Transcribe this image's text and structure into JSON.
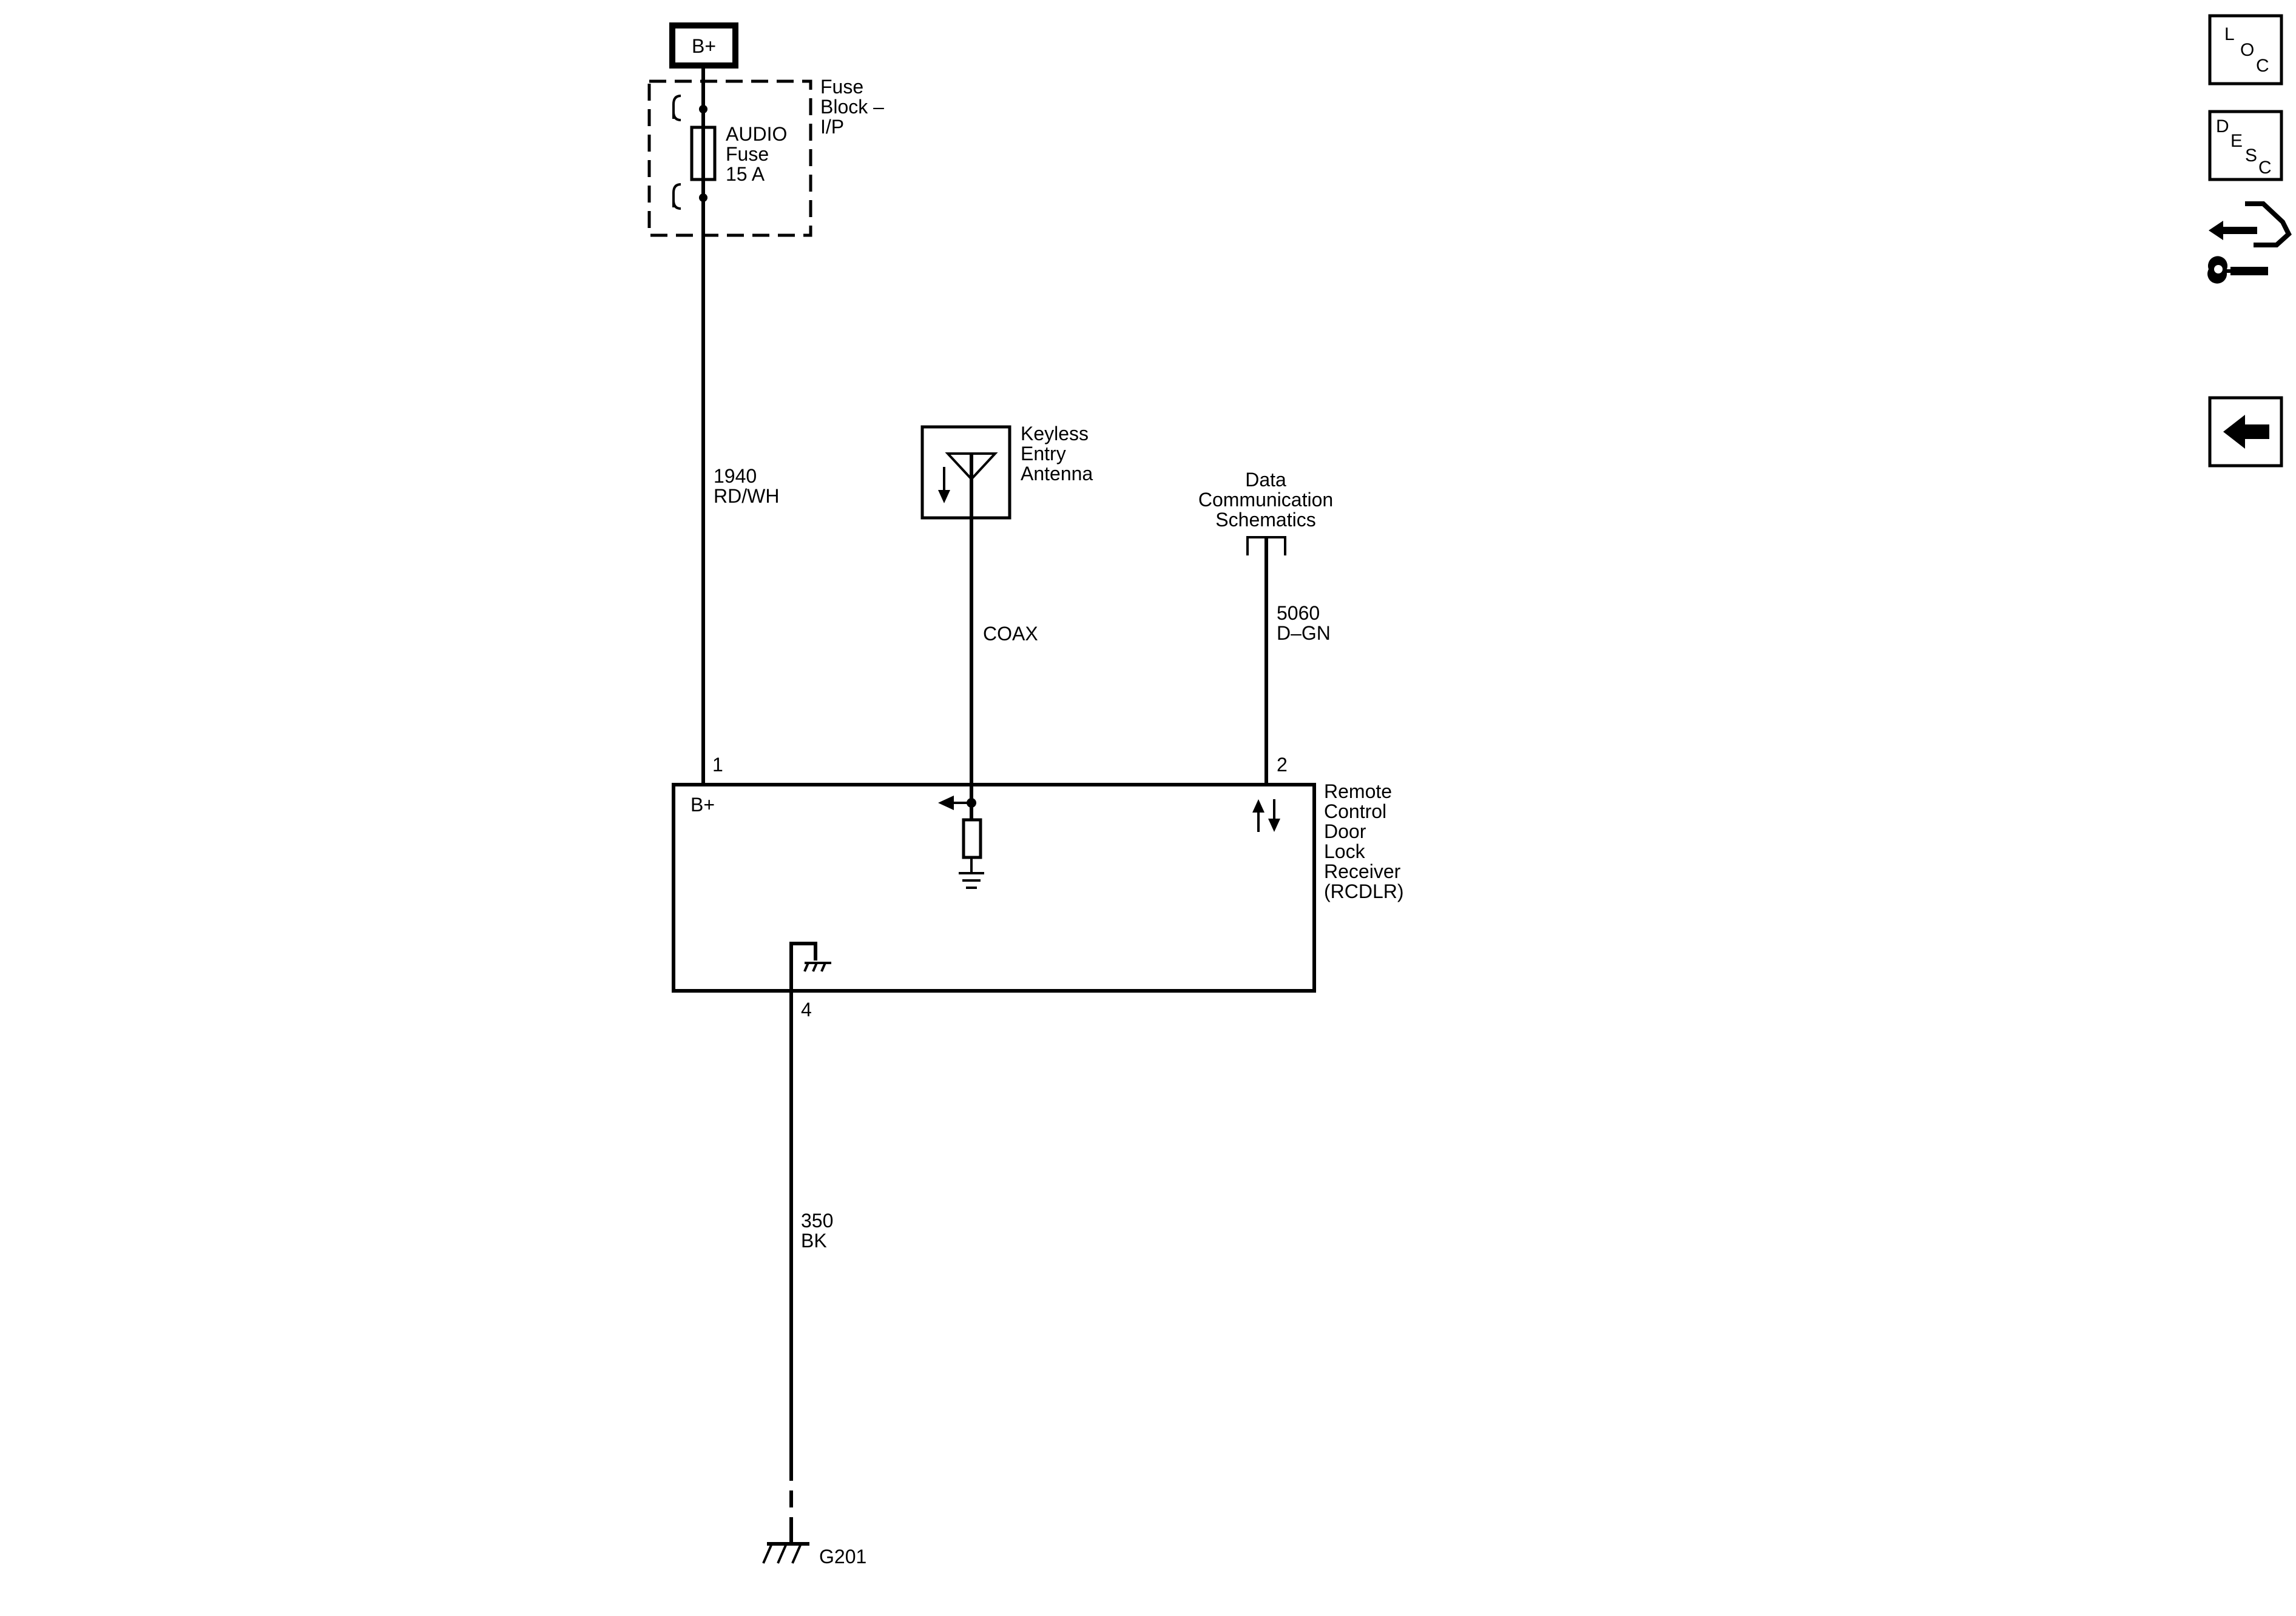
{
  "power_source": {
    "label": "B+"
  },
  "fuse_block": {
    "name_lines": [
      "Fuse",
      "Block –",
      "I/P"
    ],
    "fuse_lines": [
      "AUDIO",
      "Fuse",
      "15 A"
    ]
  },
  "wires": {
    "power": {
      "circuit": "1940",
      "color": "RD/WH"
    },
    "antenna": {
      "label": "COAX"
    },
    "data": {
      "circuit": "5060",
      "color": "D–GN"
    },
    "ground": {
      "circuit": "350",
      "color": "BK"
    }
  },
  "antenna": {
    "name_lines": [
      "Keyless",
      "Entry",
      "Antenna"
    ]
  },
  "data_link": {
    "name_lines": [
      "Data",
      "Communication",
      "Schematics"
    ]
  },
  "module": {
    "name_lines": [
      "Remote",
      "Control",
      "Door",
      "Lock",
      "Receiver",
      "(RCDLR)"
    ],
    "power_label": "B+",
    "pins": {
      "power": "1",
      "data": "2",
      "ground": "4"
    }
  },
  "ground_point": {
    "label": "G201"
  },
  "nav": {
    "loc": {
      "letters": [
        "L",
        "O",
        "C"
      ]
    },
    "desc": {
      "letters": [
        "D",
        "E",
        "S",
        "C"
      ]
    },
    "connector_icon": "connector-repair-icon",
    "back_icon": "left-arrow-icon"
  }
}
